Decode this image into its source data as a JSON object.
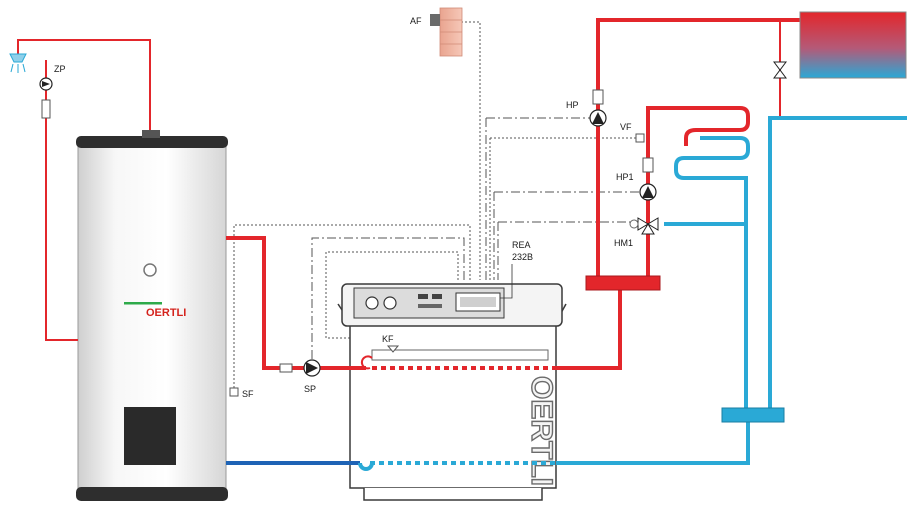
{
  "colors": {
    "supply": "#e3262b",
    "return_water": "#2aa9d6",
    "cold_water": "#1e63b5",
    "control_line": "#555555",
    "unit_outline": "#3a3a3a",
    "unit_fill": "#ffffff",
    "panel_fill": "#dcdcdc"
  },
  "tank": {
    "brand": "OERTLI"
  },
  "boiler": {
    "brand": "OERTLI",
    "controller_label": "REA",
    "controller_model": "232B"
  },
  "labels": {
    "zp": "ZP",
    "af": "AF",
    "hp": "HP",
    "vf": "VF",
    "hp1": "HP1",
    "hm1": "HM1",
    "kf": "KF",
    "sp": "SP",
    "sf": "SF"
  },
  "icons": {
    "shower": "shower-icon",
    "pump": "pump-icon",
    "sensor": "sensor-icon",
    "mixing_valve": "mixing-valve-icon",
    "check_valve": "check-valve-icon"
  }
}
